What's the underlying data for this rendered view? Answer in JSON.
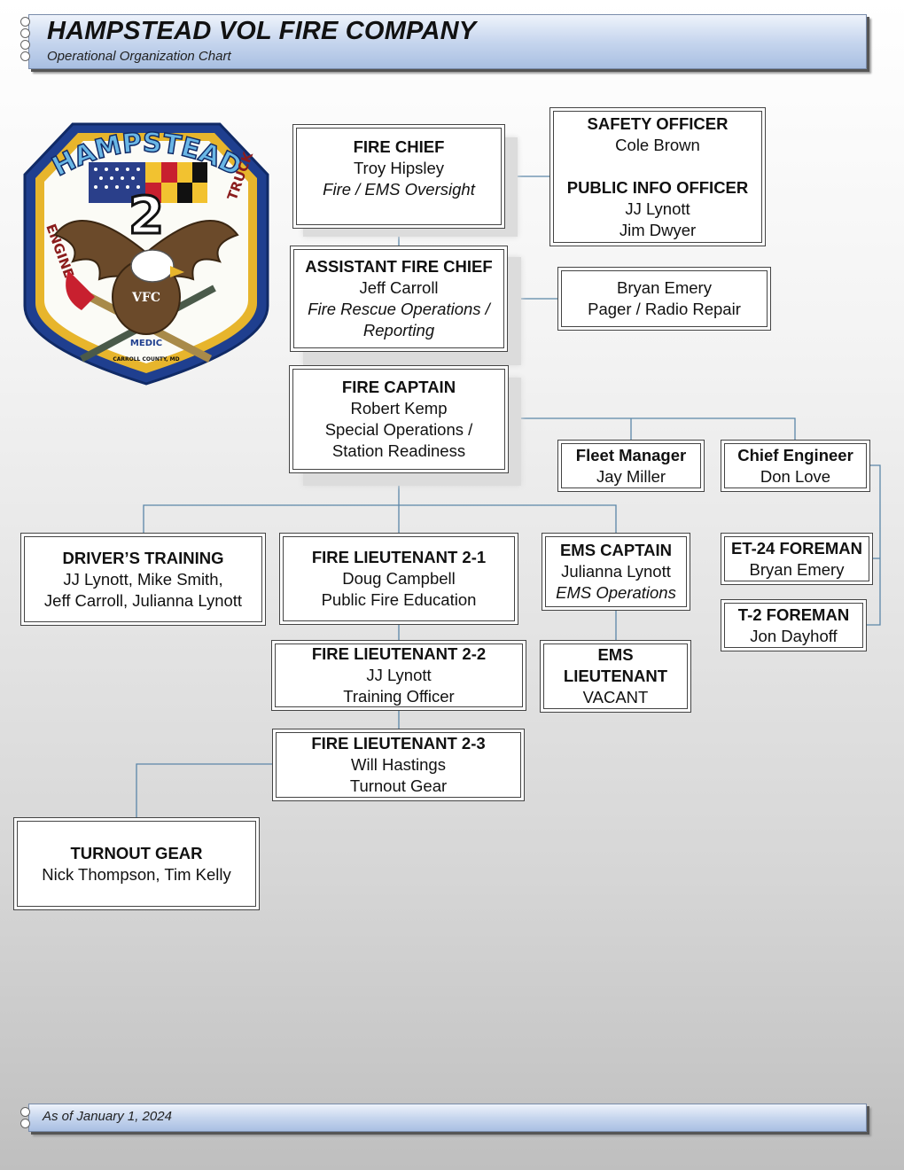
{
  "header": {
    "title": "HAMPSTEAD VOL FIRE COMPANY",
    "subtitle": "Operational Organization Chart"
  },
  "footer": {
    "as_of": "As of January 1, 2024"
  },
  "logo": {
    "arc_text": "HAMPSTEAD",
    "left_text": "ENGINE",
    "right_text": "TRUCK",
    "number": "2",
    "emblem": "VFC",
    "bottom_text": "MEDIC",
    "county": "CARROLL COUNTY, MD"
  },
  "boxes": {
    "fire_chief": {
      "title": "FIRE CHIEF",
      "name": "Troy Hipsley",
      "role": "Fire / EMS Oversight"
    },
    "safety": {
      "title": "SAFETY OFFICER",
      "name": "Cole Brown",
      "title2": "PUBLIC INFO OFFICER",
      "name2": "JJ Lynott",
      "name3": "Jim Dwyer"
    },
    "asst_chief": {
      "title": "ASSISTANT FIRE CHIEF",
      "name": "Jeff Carroll",
      "role1": "Fire Rescue Operations /",
      "role2": "Reporting"
    },
    "pager": {
      "name": "Bryan Emery",
      "role": "Pager / Radio Repair"
    },
    "captain": {
      "title": "FIRE CAPTAIN",
      "name": "Robert Kemp",
      "role1": "Special Operations /",
      "role2": "Station Readiness"
    },
    "fleet": {
      "title": "Fleet Manager",
      "name": "Jay Miller"
    },
    "chief_eng": {
      "title": "Chief Engineer",
      "name": "Don Love"
    },
    "drivers": {
      "title": "DRIVER’S TRAINING",
      "line1": "JJ Lynott, Mike Smith,",
      "line2": "Jeff Carroll, Julianna Lynott"
    },
    "lt21": {
      "title": "FIRE LIEUTENANT 2-1",
      "name": "Doug Campbell",
      "role": "Public Fire Education"
    },
    "ems_cap": {
      "title": "EMS CAPTAIN",
      "name": "Julianna Lynott",
      "role": "EMS Operations"
    },
    "et24": {
      "title": "ET-24 FOREMAN",
      "name": "Bryan Emery"
    },
    "t2": {
      "title": "T-2 FOREMAN",
      "name": "Jon Dayhoff"
    },
    "lt22": {
      "title": "FIRE LIEUTENANT 2-2",
      "name": "JJ Lynott",
      "role": "Training Officer"
    },
    "ems_lt": {
      "title1": "EMS",
      "title2": "LIEUTENANT",
      "name": "VACANT"
    },
    "lt23": {
      "title": "FIRE LIEUTENANT 2-3",
      "name": "Will Hastings",
      "role": "Turnout Gear"
    },
    "turnout": {
      "title": "TURNOUT GEAR",
      "name": "Nick Thompson, Tim Kelly"
    }
  },
  "colors": {
    "connector": "#5b86a8",
    "banner": "#b8cbe8",
    "patch_blue": "#1f3f8f",
    "patch_gold": "#e7b52c"
  }
}
